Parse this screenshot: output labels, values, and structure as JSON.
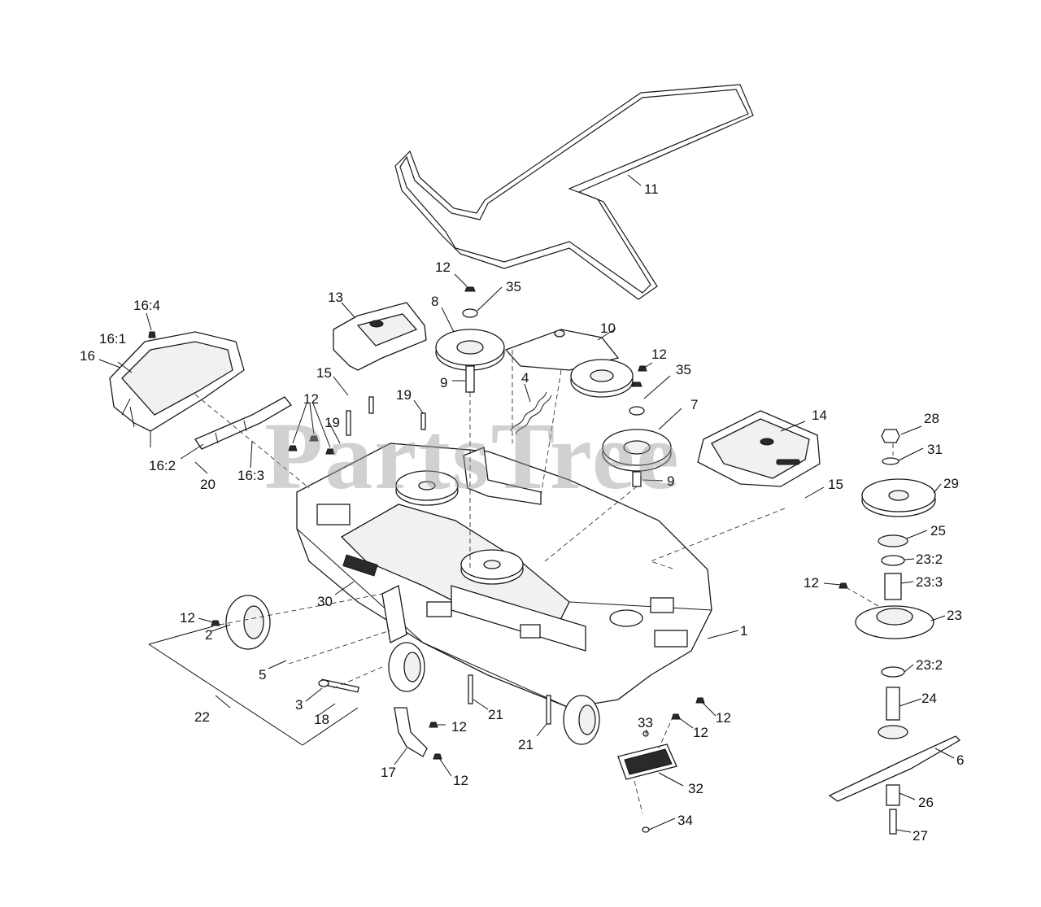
{
  "watermark": "PartsTree",
  "callouts": [
    {
      "id": "c-11",
      "label": "11"
    },
    {
      "id": "c-12a",
      "label": "12"
    },
    {
      "id": "c-35a",
      "label": "35"
    },
    {
      "id": "c-8",
      "label": "8"
    },
    {
      "id": "c-10",
      "label": "10"
    },
    {
      "id": "c-13",
      "label": "13"
    },
    {
      "id": "c-16-4",
      "label": "16:4"
    },
    {
      "id": "c-16-1",
      "label": "16:1"
    },
    {
      "id": "c-16",
      "label": "16"
    },
    {
      "id": "c-9a",
      "label": "9"
    },
    {
      "id": "c-4",
      "label": "4"
    },
    {
      "id": "c-12b",
      "label": "12"
    },
    {
      "id": "c-35b",
      "label": "35"
    },
    {
      "id": "c-15a",
      "label": "15"
    },
    {
      "id": "c-12c",
      "label": "12"
    },
    {
      "id": "c-19a",
      "label": "19"
    },
    {
      "id": "c-19b",
      "label": "19"
    },
    {
      "id": "c-7",
      "label": "7"
    },
    {
      "id": "c-14",
      "label": "14"
    },
    {
      "id": "c-28",
      "label": "28"
    },
    {
      "id": "c-31",
      "label": "31"
    },
    {
      "id": "c-16-2",
      "label": "16:2"
    },
    {
      "id": "c-20",
      "label": "20"
    },
    {
      "id": "c-16-3",
      "label": "16:3"
    },
    {
      "id": "c-9b",
      "label": "9"
    },
    {
      "id": "c-15b",
      "label": "15"
    },
    {
      "id": "c-29",
      "label": "29"
    },
    {
      "id": "c-25",
      "label": "25"
    },
    {
      "id": "c-23-2a",
      "label": "23:2"
    },
    {
      "id": "c-12d",
      "label": "12"
    },
    {
      "id": "c-23-3",
      "label": "23:3"
    },
    {
      "id": "c-30",
      "label": "30"
    },
    {
      "id": "c-23",
      "label": "23"
    },
    {
      "id": "c-12e",
      "label": "12"
    },
    {
      "id": "c-2",
      "label": "2"
    },
    {
      "id": "c-1",
      "label": "1"
    },
    {
      "id": "c-5",
      "label": "5"
    },
    {
      "id": "c-23-2b",
      "label": "23:2"
    },
    {
      "id": "c-3",
      "label": "3"
    },
    {
      "id": "c-24",
      "label": "24"
    },
    {
      "id": "c-21a",
      "label": "21"
    },
    {
      "id": "c-12f",
      "label": "12"
    },
    {
      "id": "c-22",
      "label": "22"
    },
    {
      "id": "c-18",
      "label": "18"
    },
    {
      "id": "c-12g",
      "label": "12"
    },
    {
      "id": "c-33",
      "label": "33"
    },
    {
      "id": "c-12h",
      "label": "12"
    },
    {
      "id": "c-21b",
      "label": "21"
    },
    {
      "id": "c-6",
      "label": "6"
    },
    {
      "id": "c-17",
      "label": "17"
    },
    {
      "id": "c-12i",
      "label": "12"
    },
    {
      "id": "c-32",
      "label": "32"
    },
    {
      "id": "c-26",
      "label": "26"
    },
    {
      "id": "c-34",
      "label": "34"
    },
    {
      "id": "c-27",
      "label": "27"
    }
  ]
}
